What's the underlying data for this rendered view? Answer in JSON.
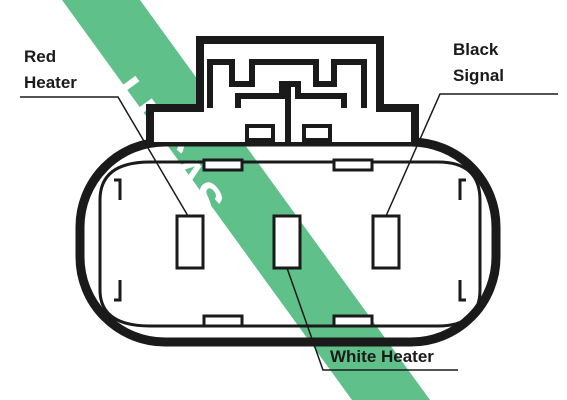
{
  "watermark": {
    "brand": "LUCAS",
    "color": "#5fc08a"
  },
  "labels": {
    "red_heater": [
      "Red",
      "Heater"
    ],
    "black_signal": [
      "Black",
      "Signal"
    ],
    "white_heater": "White Heater"
  },
  "colors": {
    "ink": "#1a1a1a",
    "background": "#ffffff"
  }
}
